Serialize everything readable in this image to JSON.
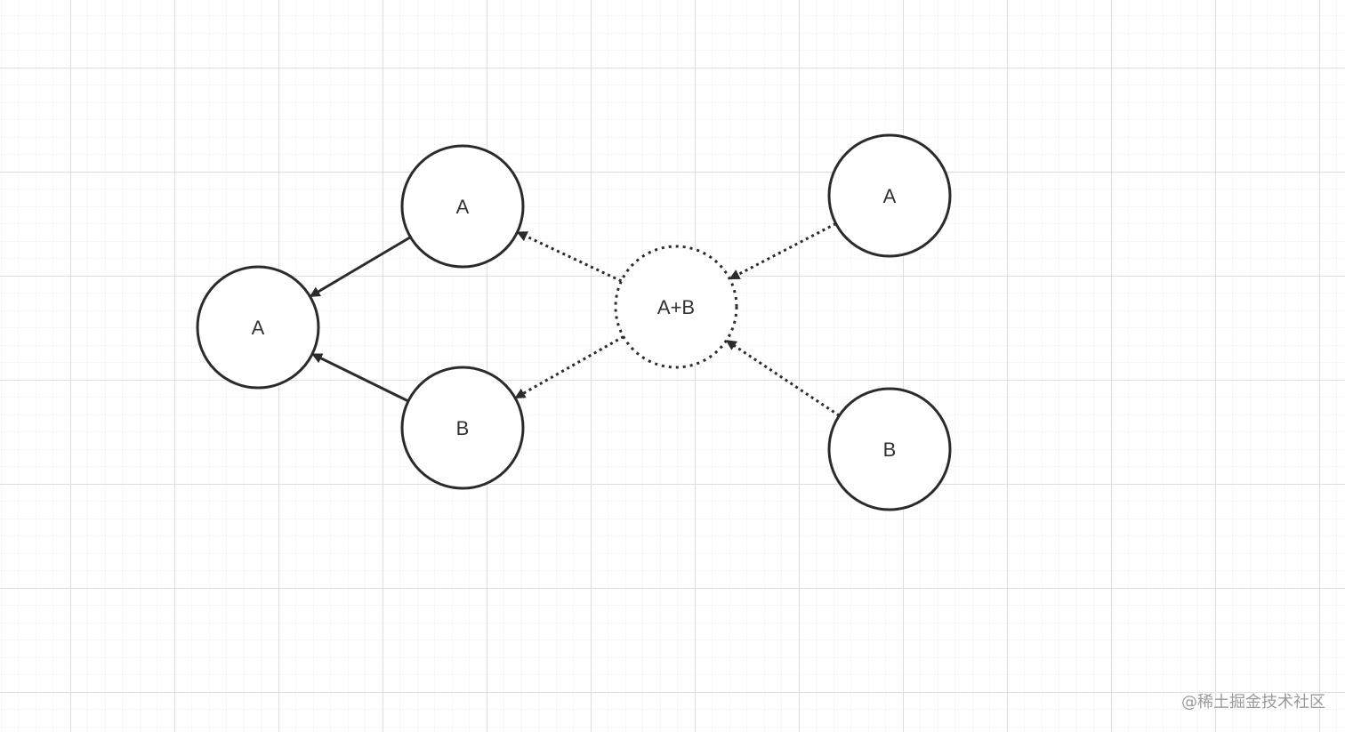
{
  "diagram": {
    "nodes": [
      {
        "id": "a-left",
        "label": "A",
        "style": "solid"
      },
      {
        "id": "a-mid",
        "label": "A",
        "style": "solid"
      },
      {
        "id": "b-mid",
        "label": "B",
        "style": "solid"
      },
      {
        "id": "ab-center",
        "label": "A+B",
        "style": "dotted"
      },
      {
        "id": "a-right",
        "label": "A",
        "style": "solid"
      },
      {
        "id": "b-right",
        "label": "B",
        "style": "solid"
      }
    ],
    "edges": [
      {
        "from": "a-mid",
        "to": "a-left",
        "style": "solid"
      },
      {
        "from": "b-mid",
        "to": "a-left",
        "style": "solid"
      },
      {
        "from": "ab-center",
        "to": "a-mid",
        "style": "dotted"
      },
      {
        "from": "ab-center",
        "to": "b-mid",
        "style": "dotted"
      },
      {
        "from": "a-right",
        "to": "ab-center",
        "style": "dotted"
      },
      {
        "from": "b-right",
        "to": "ab-center",
        "style": "dotted"
      }
    ]
  },
  "colors": {
    "stroke": "#2b2b2b",
    "grid_minor": "#ececec",
    "grid_major": "#dcdcdc",
    "watermark": "#9a9a9a"
  },
  "watermark": {
    "text": "@稀土掘金技术社区"
  }
}
